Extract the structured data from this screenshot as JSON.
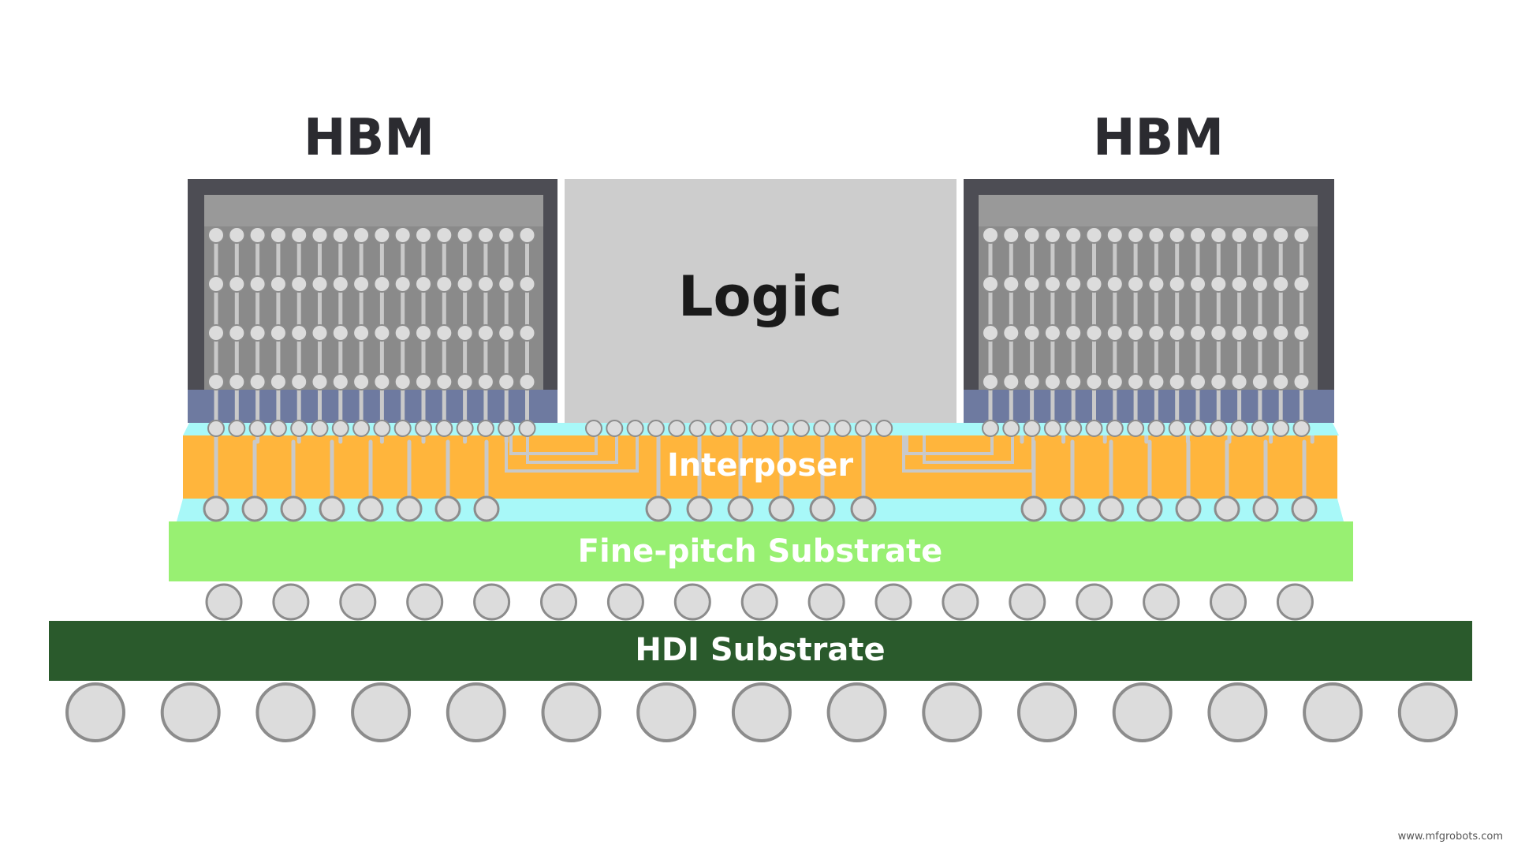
{
  "labels": {
    "hbm_left": "HBM",
    "hbm_right": "HBM",
    "logic": "Logic",
    "interposer": "Interposer",
    "fine_pitch": "Fine-pitch Substrate",
    "hdi": "HDI Substrate"
  },
  "watermark": "www.mfgrobots.com",
  "colors": {
    "hbm_frame": "#4d4d54",
    "hbm_top_band": "#999999",
    "hbm_stack_bg": "#8a8a8a",
    "hbm_base": "#6e7aa0",
    "logic_die": "#cdcdcd",
    "underfill": "#a8f8f8",
    "interposer": "#ffb53c",
    "fine_pitch": "#98f072",
    "hdi": "#2a5a2c",
    "bump_fill": "#dcdcdc",
    "bump_stroke": "#8c8c8c",
    "trace": "#c9c9c9",
    "label_light": "#ffffff",
    "label_dark": "#1a1a1a"
  }
}
